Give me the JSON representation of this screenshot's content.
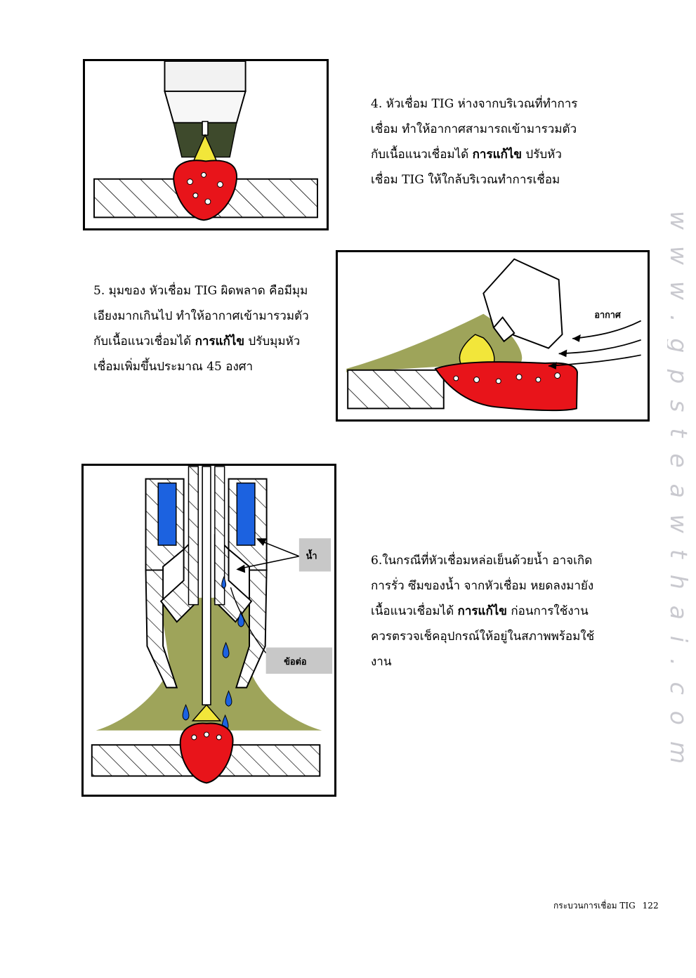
{
  "watermark": "www.gpsteawthai.com",
  "section4": {
    "lines": [
      {
        "pre": "4. หัวเชื่อม TIG ห่างจากบริเวณที่ทำการ"
      },
      {
        "pre": "เชื่อม ทำให้อากาศสามารถเข้ามารวมตัว"
      },
      {
        "pre": "กับเนื้อแนวเชื่อมได้ ",
        "bold": "การแก้ไข",
        "post": " ปรับหัว"
      },
      {
        "pre": "เชื่อม TIG ให้ใกล้บริเวณทำการเชื่อม"
      }
    ]
  },
  "section5": {
    "lines": [
      {
        "pre": "5. มุมของ หัวเชื่อม TIG ผิดพลาด คือมีมุม"
      },
      {
        "pre": "เอียงมากเกินไป ทำให้อากาศเข้ามารวมตัว"
      },
      {
        "pre": "กับเนื้อแนวเชื่อมได้ ",
        "bold": "การแก้ไข",
        "post": " ปรับมุมหัว"
      },
      {
        "pre": "เชื่อมเพิ่มขึ้นประมาณ 45 องศา"
      }
    ],
    "air_label": "อากาศ"
  },
  "section6": {
    "lines": [
      {
        "pre": "6.ในกรณีที่หัวเชื่อมหล่อเย็นด้วยน้ำ อาจเกิด"
      },
      {
        "pre": "การรั่ว ซึมของน้ำ จากหัวเชื่อม หยดลงมายัง"
      },
      {
        "pre": "เนื้อแนวเชื่อมได้  ",
        "bold": "การแก้ไข",
        "post": " ก่อนการใช้งาน"
      },
      {
        "pre": "ควรตรวจเช็คอุปกรณ์ให้อยู่ในสภาพพร้อมใช้"
      },
      {
        "pre": "งาน"
      }
    ],
    "water_label": "น้ำ",
    "joint_label": "ข้อต่อ"
  },
  "footer": {
    "title": "กระบวนการเชื่อม TIG",
    "page": "122"
  },
  "colors": {
    "pool": "#e8141a",
    "arc": "#f2e63a",
    "gas": "#9ea45a",
    "water": "#1c62e0",
    "nozzle_shade": "#3e4a2c",
    "label_bg": "#c8c8c8"
  }
}
